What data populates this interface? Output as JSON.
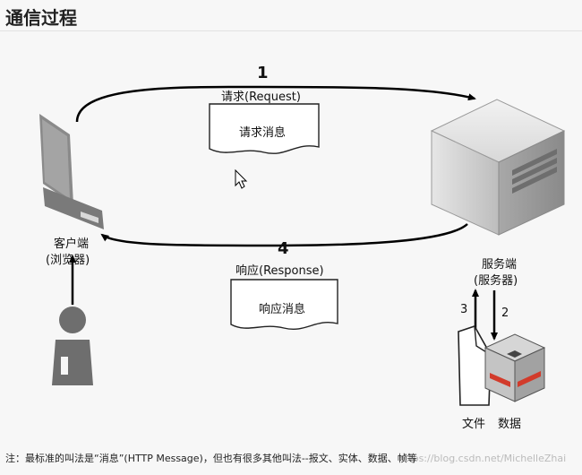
{
  "title": "通信过程",
  "step1": {
    "number": "1",
    "label": "请求(Request)",
    "message": "请求消息"
  },
  "step4": {
    "number": "4",
    "label": "响应(Response)",
    "message": "响应消息"
  },
  "client": {
    "line1": "客户端",
    "line2": "(浏览器)"
  },
  "server": {
    "line1": "服务端",
    "line2": "(服务器)"
  },
  "step3": {
    "number": "3"
  },
  "step2": {
    "number": "2"
  },
  "files_label": "文件",
  "data_label": "数据",
  "note": "注：最标准的叫法是“消息”(HTTP Message)，但也有很多其他叫法--报文、实体、数据、帧等",
  "watermark": "https://blog.csdn.net/MichelleZhai"
}
